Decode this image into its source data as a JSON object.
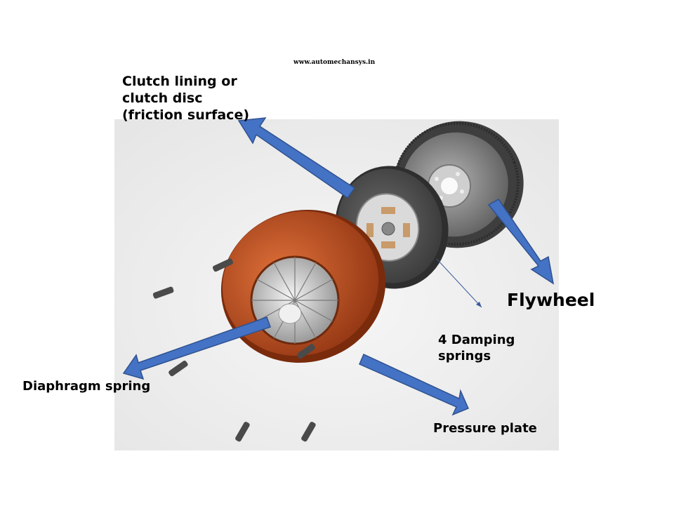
{
  "watermark": "www.automechansys.in",
  "labels": {
    "clutch_lining_line1": "Clutch lining or",
    "clutch_lining_line2": "clutch disc",
    "clutch_lining_line3": "(friction surface)",
    "flywheel": "Flywheel",
    "damping_line1": "4 Damping",
    "damping_line2": "springs",
    "diaphragm": "Diaphragm spring",
    "pressure_plate": "Pressure plate"
  },
  "colors": {
    "arrow": "#4472C4",
    "arrow_outline": "#2F528F",
    "pressure_plate": "#C8531F",
    "disc": "#4A4A4A",
    "flywheel": "#8A8A8A",
    "background_panel": "#F2F2F2"
  }
}
